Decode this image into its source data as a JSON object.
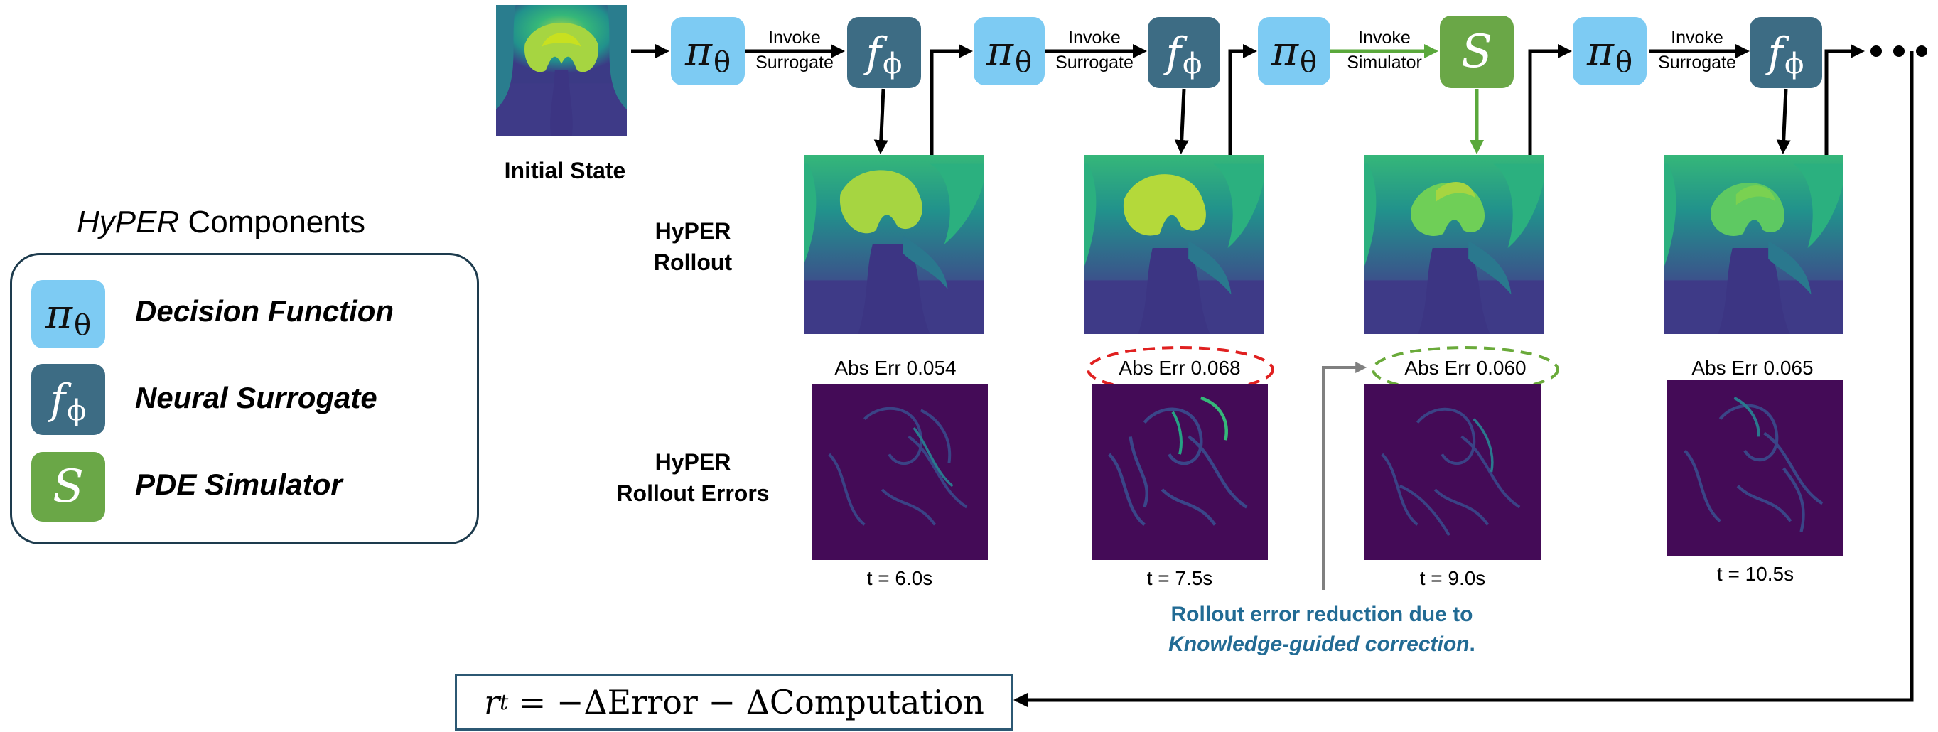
{
  "legend": {
    "title_italic": "HyPER",
    "title_rest": " Components",
    "items": [
      {
        "symbol": "π",
        "subscript": "θ",
        "label": "Decision Function",
        "color": "#7dcbf3"
      },
      {
        "symbol": "f",
        "subscript": "ϕ",
        "label": "Neural Surrogate",
        "color": "#3d6c84"
      },
      {
        "symbol": "S",
        "subscript": "",
        "label": "PDE Simulator",
        "color": "#6aa747"
      }
    ]
  },
  "pipeline": {
    "initial_state_label": "Initial State",
    "decision_symbol": "π",
    "decision_sub": "θ",
    "surrogate_symbol": "f",
    "surrogate_sub": "ϕ",
    "simulator_symbol": "S",
    "edges": [
      {
        "line1": "Invoke",
        "line2": "Surrogate"
      },
      {
        "line1": "Invoke",
        "line2": "Surrogate"
      },
      {
        "line1": "Invoke",
        "line2": "Simulator"
      },
      {
        "line1": "Invoke",
        "line2": "Surrogate"
      }
    ],
    "ellipsis": "•••"
  },
  "rows": {
    "rollout_line1": "HyPER",
    "rollout_line2": "Rollout",
    "errors_line1": "HyPER",
    "errors_line2": "Rollout Errors"
  },
  "steps": [
    {
      "abs_err": "Abs Err 0.054",
      "time": "t = 6.0s",
      "highlight": "none"
    },
    {
      "abs_err": "Abs Err 0.068",
      "time": "t = 7.5s",
      "highlight": "red"
    },
    {
      "abs_err": "Abs Err 0.060",
      "time": "t = 9.0s",
      "highlight": "green"
    },
    {
      "abs_err": "Abs Err 0.065",
      "time": "t = 10.5s",
      "highlight": "none"
    }
  ],
  "note": {
    "line1": "Rollout error reduction due to",
    "line2_italic": "Knowledge-guided correction",
    "line2_end": "."
  },
  "reward": {
    "r": "r",
    "t": "t",
    "rest": " = −ΔError − ΔComputation"
  },
  "colors": {
    "surrogate_arrow": "#000000",
    "simulator_arrow": "#5aa83b",
    "red_ellipse": "#e02020",
    "green_ellipse": "#6aaa3a",
    "note_arrow": "#808080",
    "note_text": "#226b94"
  }
}
